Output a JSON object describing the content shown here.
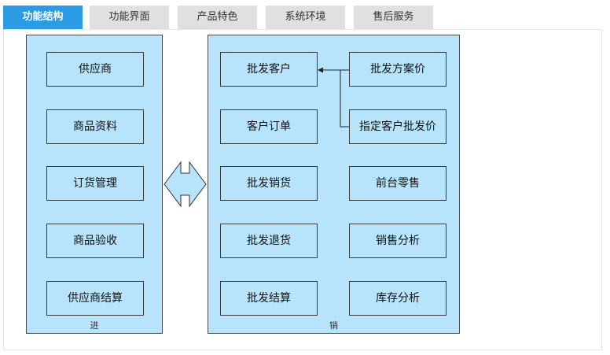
{
  "tabs": [
    {
      "label": "功能结构",
      "active": true
    },
    {
      "label": "功能界面",
      "active": false
    },
    {
      "label": "产品特色",
      "active": false
    },
    {
      "label": "系统环境",
      "active": false
    },
    {
      "label": "售后服务",
      "active": false
    }
  ],
  "diagram": {
    "purchase": {
      "label": "进",
      "items": [
        "供应商",
        "商品资料",
        "订货管理",
        "商品验收",
        "供应商结算"
      ]
    },
    "sales": {
      "label": "销",
      "left_items": [
        "批发客户",
        "客户订单",
        "批发销货",
        "批发退货",
        "批发结算"
      ],
      "right_items": [
        "批发方案价",
        "指定客户批发价",
        "前台零售",
        "销售分析",
        "库存分析"
      ]
    },
    "colors": {
      "active_tab": "#2b9be4",
      "box_fill": "#b7e4fa",
      "border": "#3a3a3a"
    }
  }
}
